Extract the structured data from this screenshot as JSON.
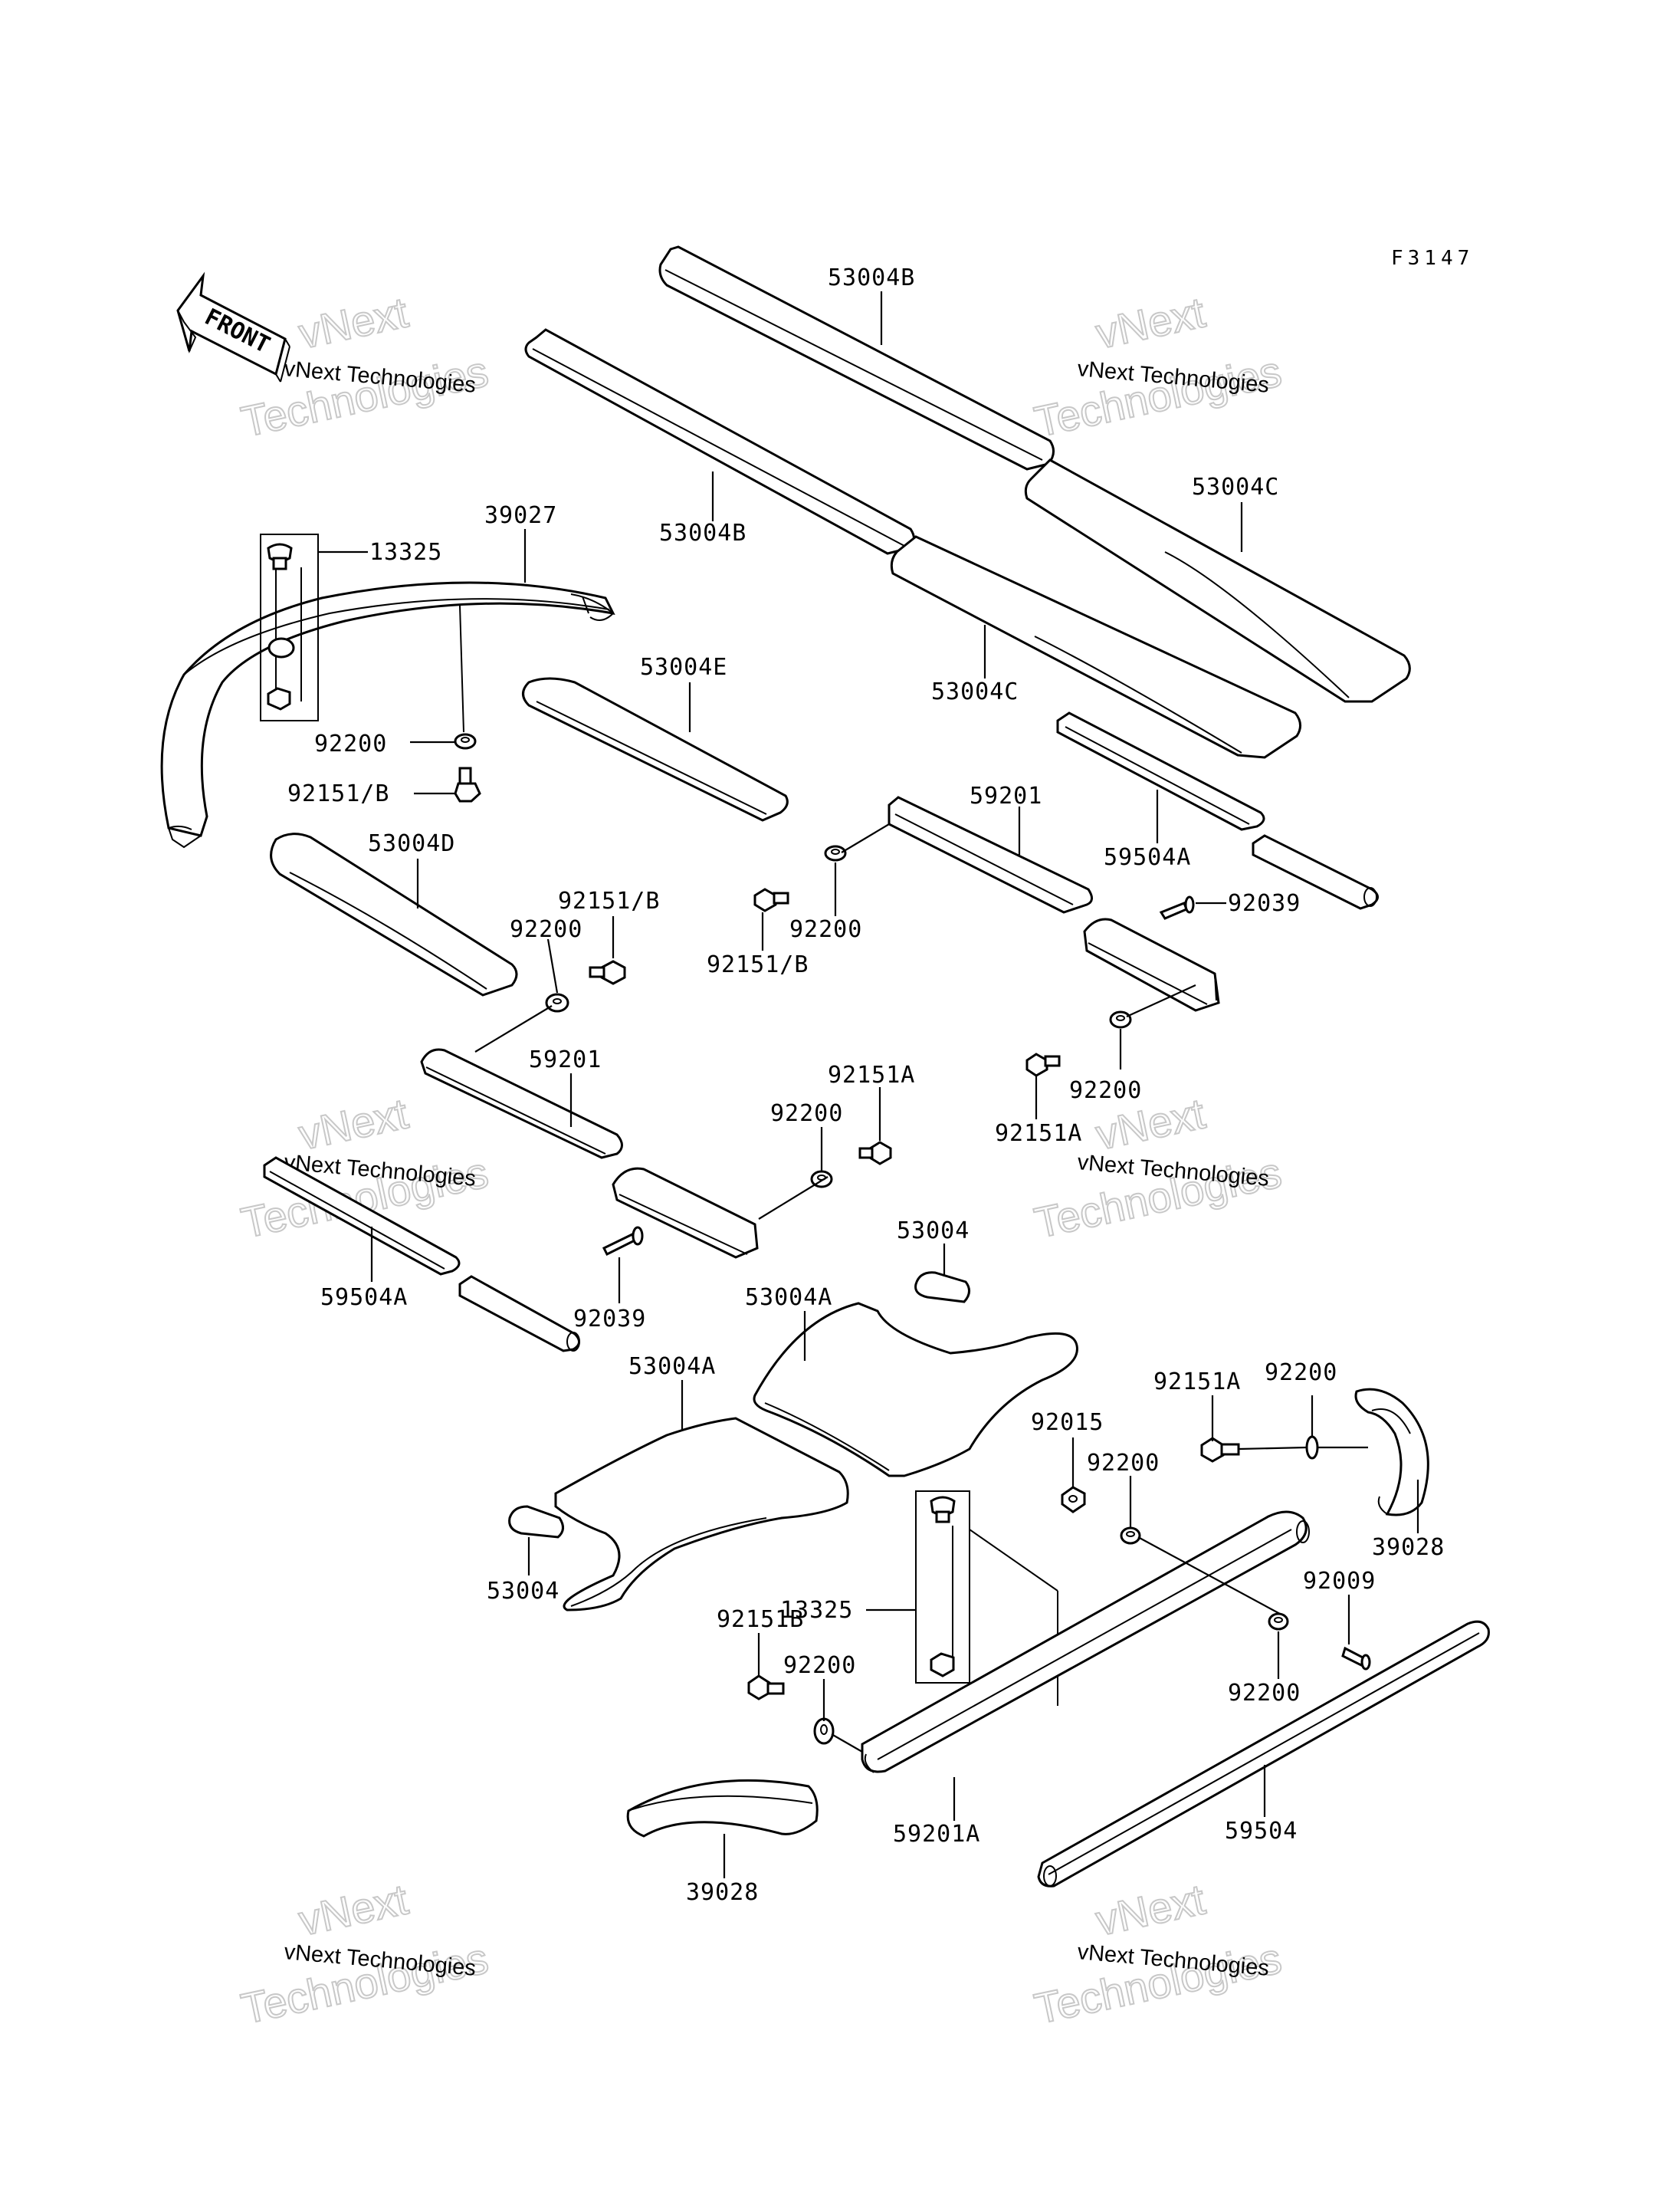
{
  "figure_code": "F3147",
  "arrow_text": "FRONT",
  "watermark": {
    "line1": "vNext Technologies",
    "line2": "vNext",
    "line3": "Technologies"
  },
  "callouts": {
    "p53004B_top": "53004B",
    "p53004B_mid": "53004B",
    "p53004C_right": "53004C",
    "p53004C_mid": "53004C",
    "p39027": "39027",
    "p13325_top": "13325",
    "p53004E": "53004E",
    "p92200_a": "92200",
    "p92151B_a": "92151/B",
    "p53004D": "53004D",
    "p92151B_b": "92151/B",
    "p92200_b": "92200",
    "p59201_top": "59201",
    "p59504A_right": "59504A",
    "p92039_right": "92039",
    "p92151B_c": "92151/B",
    "p92200_c": "92200",
    "p92200_d": "92200",
    "p92151A_a": "92151A",
    "p59201_left": "59201",
    "p92151A_b": "92151A",
    "p92200_e": "92200",
    "p53004_top": "53004",
    "p59504A_left": "59504A",
    "p92039_left": "92039",
    "p53004A_right": "53004A",
    "p53004A_left": "53004A",
    "p92151A_c": "92151A",
    "p92200_f": "92200",
    "p92015": "92015",
    "p92200_g": "92200",
    "p39028_right": "39028",
    "p53004_bottom": "53004",
    "p13325_bottom": "13325",
    "p92009": "92009",
    "p92151B_d": "92151B",
    "p92200_h": "92200",
    "p92200_i": "92200",
    "p59201A": "59201A",
    "p59504": "59504",
    "p39028_bottom": "39028"
  }
}
